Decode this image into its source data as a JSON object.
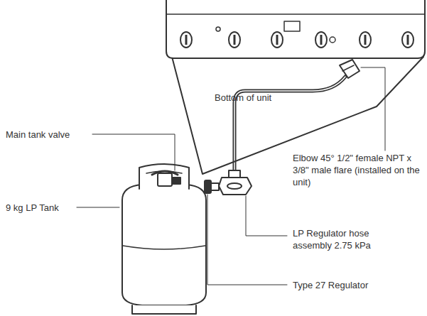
{
  "diagram": {
    "nodes": [
      {
        "text": [
          "Bottom of unit"
        ]
      }
    ],
    "labels": [
      "Main tank valve",
      "9 kg LP Tank",
      "Elbow 45° 1/2\" female NPT x 3/8\" male flare (installed on the unit)",
      "LP Regulator hose assembly 2.75 kPa",
      "Type 27 Regulator"
    ]
  }
}
